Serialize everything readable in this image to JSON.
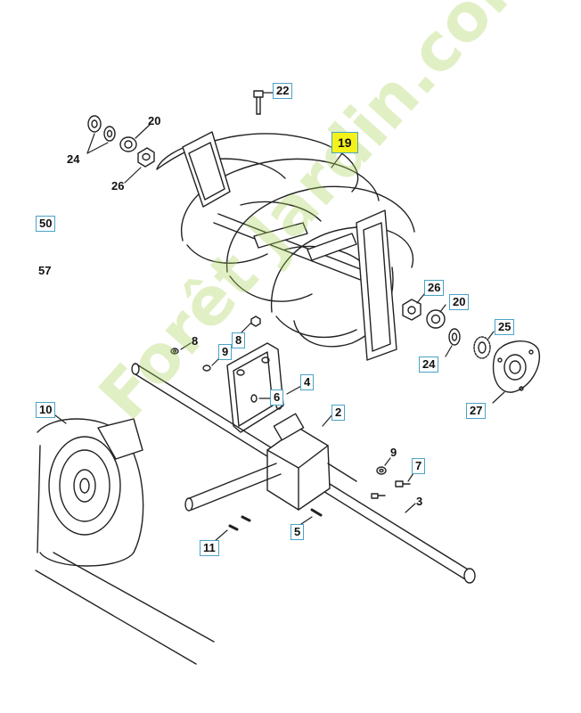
{
  "diagram": {
    "callouts": {
      "p22": "22",
      "p20a": "20",
      "p24a": "24",
      "p26a": "26",
      "p19": "19",
      "p50": "50",
      "p57": "57",
      "p26b": "26",
      "p20b": "20",
      "p25": "25",
      "p24b": "24",
      "p27": "27",
      "p8a": "8",
      "p8b": "8",
      "p9a": "9",
      "p4": "4",
      "p6": "6",
      "p2": "2",
      "p10": "10",
      "p9b": "9",
      "p7": "7",
      "p3": "3",
      "p5": "5",
      "p11": "11"
    },
    "watermark": "Forêt Jardin.com",
    "colors": {
      "line": "#222222",
      "callout_border": "#4aa3c8",
      "highlight": "#f4f21a",
      "watermark": "#b5d66a"
    }
  }
}
